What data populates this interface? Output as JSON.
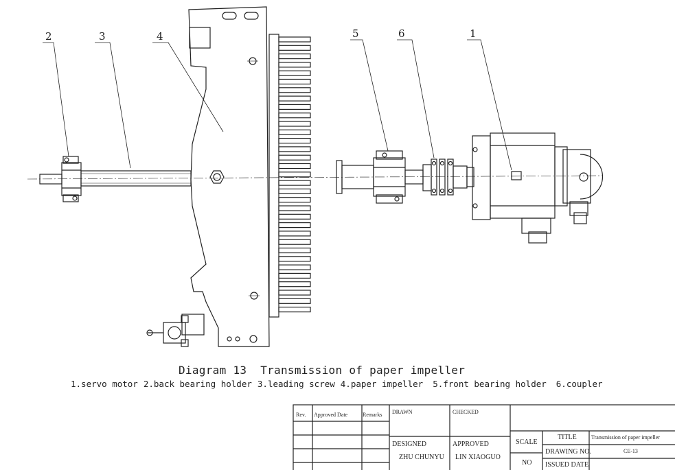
{
  "callouts": [
    "1",
    "2",
    "3",
    "4",
    "5",
    "6"
  ],
  "caption": {
    "title": "Diagram 13  Transmission of paper impeller",
    "legend": [
      "1.servo motor",
      "2.back bearing holder",
      "3.leading screw",
      "4.paper impeller",
      "5.front bearing holder",
      "6.coupler"
    ]
  },
  "title_block": {
    "rev": "Rev.",
    "approved_date": "Approved Date",
    "remarks": "Remarks",
    "drawn": "DRAWN",
    "checked": "CHECKED",
    "designed": "DESIGNED",
    "designer_name": "ZHU CHUNYU",
    "approved": "APPROVED",
    "approver_name": "LIN XIAOGUO",
    "scale": "SCALE",
    "no": "NO",
    "title_label": "TITLE",
    "title_value": "Transmission of paper impeller",
    "drawing_no_label": "DRAWING NO.",
    "drawing_no_value": "CE-13",
    "issued_date_label": "ISSUED DATE"
  }
}
